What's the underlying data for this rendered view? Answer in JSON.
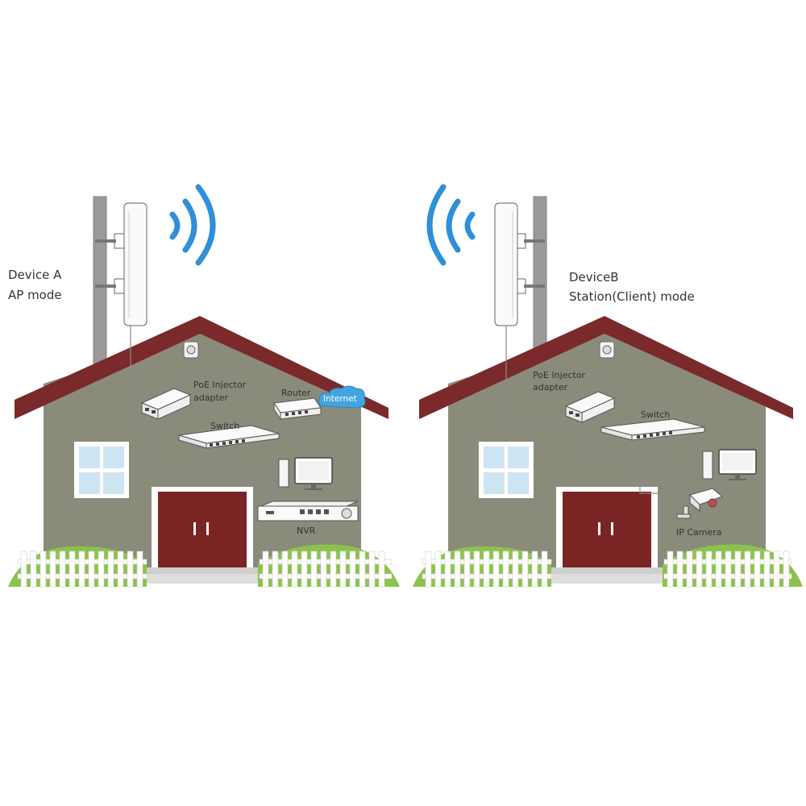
{
  "colors": {
    "roof": "#7a2a2a",
    "wall": "#8b8b7c",
    "door": "#7a2424",
    "window": "#cde4f2",
    "grass": "#8bc34a",
    "signal": "#2f8fd8",
    "pole": "#9a9a9a",
    "cloud": "#42a5e0"
  },
  "device_a": {
    "name": "Device A",
    "mode": "AP mode",
    "poe_line1": "PoE Injector",
    "poe_line2": "adapter",
    "router": "Router",
    "internet": "Internet",
    "switch": "Switch",
    "nvr": "NVR"
  },
  "device_b": {
    "name": "DeviceB",
    "mode": "Station(Client) mode",
    "poe_line1": "PoE Injector",
    "poe_line2": "adapter",
    "switch": "Switch",
    "ip_camera": "IP Camera"
  }
}
